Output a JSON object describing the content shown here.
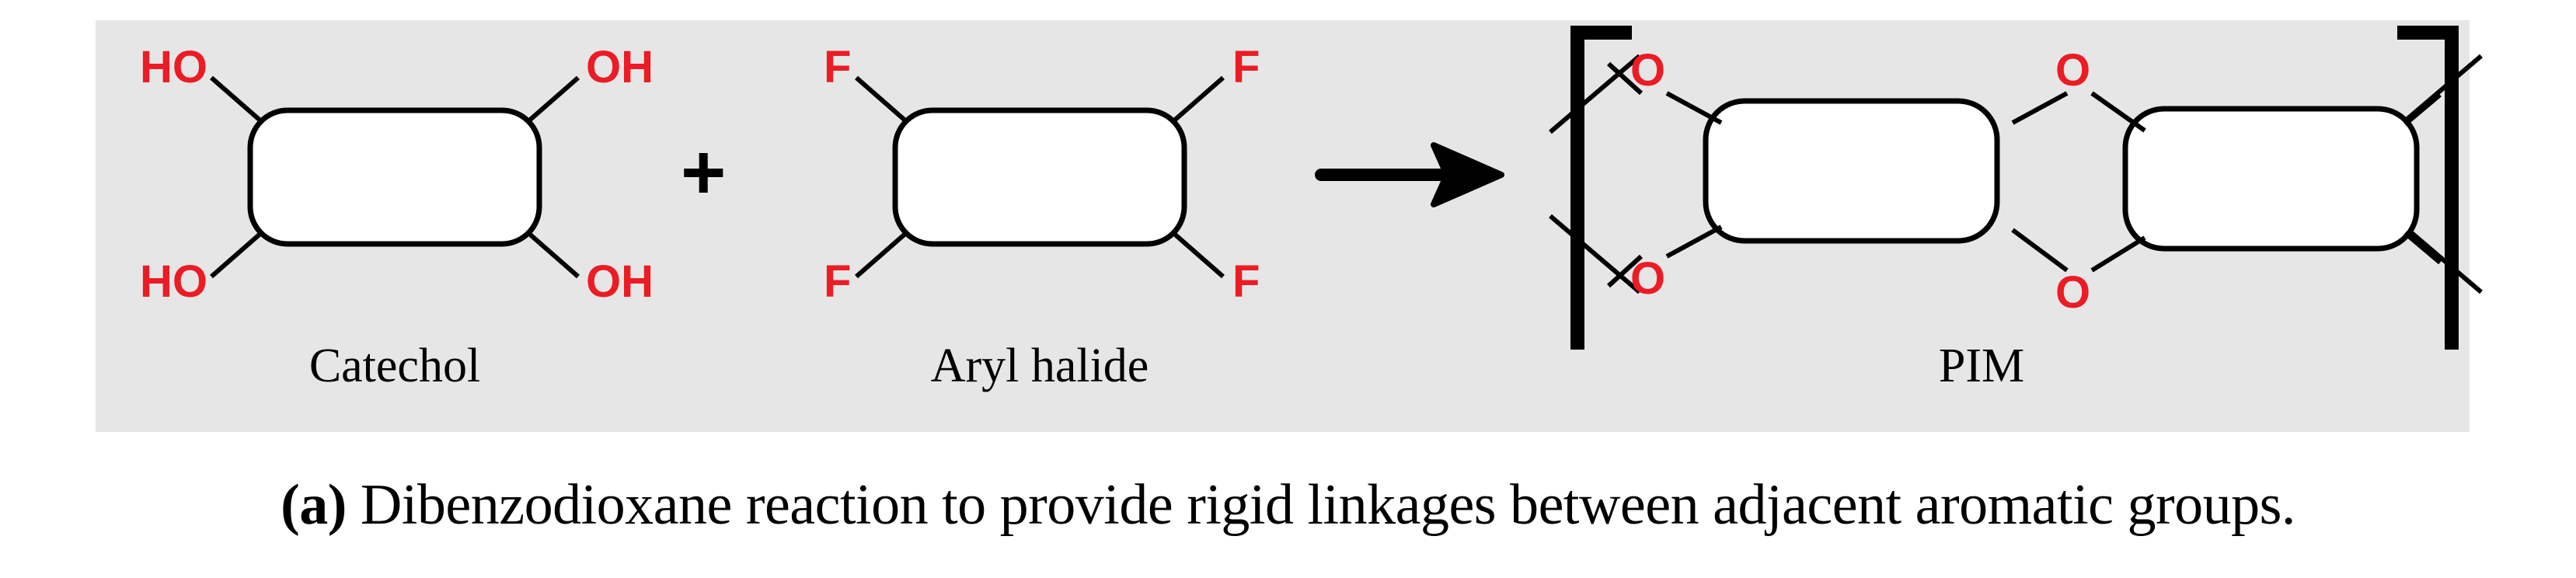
{
  "figure": {
    "caption_label": "(a)",
    "caption_text": " Dibenzodioxane reaction to provide rigid linkages between adjacent aromatic groups.",
    "panel_background": "#e6e6e6",
    "page_background": "#ffffff"
  },
  "scheme": {
    "bond_color": "#000000",
    "heteroatom_color": "#ec1c24",
    "ring_fill": "#ffffff",
    "operator_plus": "+",
    "arrow": "reaction-arrow-right",
    "reactants": [
      {
        "name": "Catechol",
        "label": "Catechol",
        "substituents": [
          {
            "text": "HO",
            "position": "top-left"
          },
          {
            "text": "OH",
            "position": "top-right"
          },
          {
            "text": "HO",
            "position": "bottom-left"
          },
          {
            "text": "OH",
            "position": "bottom-right"
          }
        ]
      },
      {
        "name": "Aryl halide",
        "label": "Aryl halide",
        "substituents": [
          {
            "text": "F",
            "position": "top-left"
          },
          {
            "text": "F",
            "position": "top-right"
          },
          {
            "text": "F",
            "position": "bottom-left"
          },
          {
            "text": "F",
            "position": "bottom-right"
          }
        ]
      }
    ],
    "product": {
      "name": "PIM",
      "label": "PIM",
      "repeat_unit_brackets": true,
      "bridging_atoms": [
        {
          "text": "O",
          "position": "left-top"
        },
        {
          "text": "O",
          "position": "left-bottom"
        },
        {
          "text": "O",
          "position": "middle-top"
        },
        {
          "text": "O",
          "position": "middle-bottom"
        }
      ]
    }
  }
}
